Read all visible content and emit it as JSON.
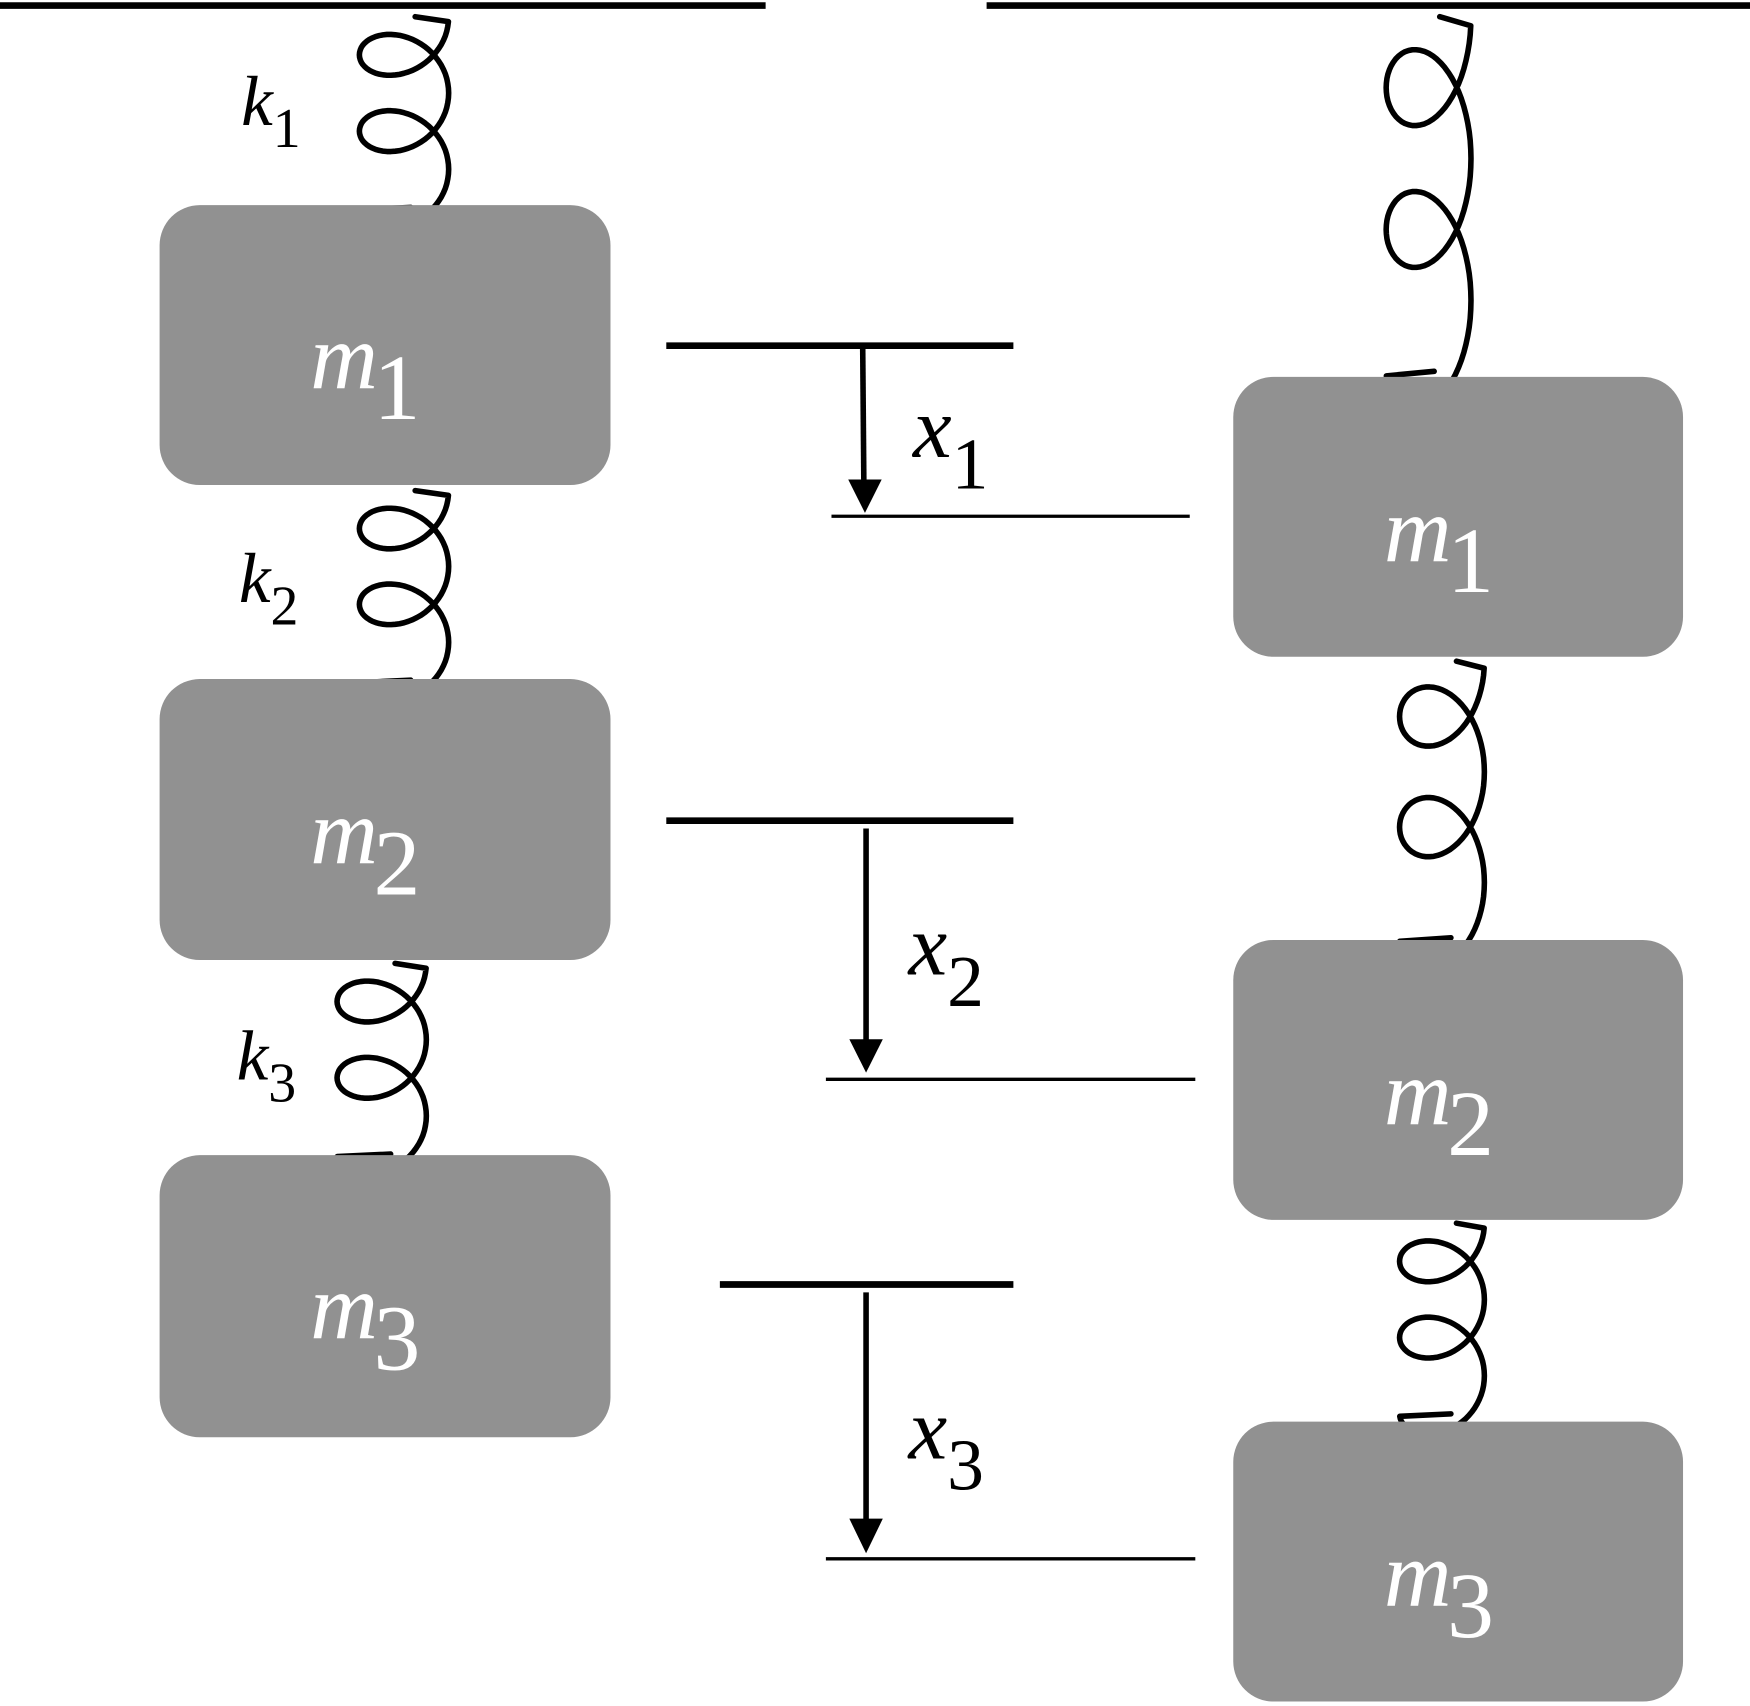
{
  "colors": {
    "mass_fill": "#919191",
    "line": "#000000",
    "mass_text": "#ffffff"
  },
  "left_system": {
    "masses": [
      {
        "name": "m",
        "sub": "1"
      },
      {
        "name": "m",
        "sub": "2"
      },
      {
        "name": "m",
        "sub": "3"
      }
    ],
    "springs": [
      {
        "name": "k",
        "sub": "1"
      },
      {
        "name": "k",
        "sub": "2"
      },
      {
        "name": "k",
        "sub": "3"
      }
    ]
  },
  "displacements": [
    {
      "name": "x",
      "sub": "1"
    },
    {
      "name": "x",
      "sub": "2"
    },
    {
      "name": "x",
      "sub": "3"
    }
  ],
  "right_system": {
    "masses": [
      {
        "name": "m",
        "sub": "1"
      },
      {
        "name": "m",
        "sub": "2"
      },
      {
        "name": "m",
        "sub": "3"
      }
    ]
  }
}
